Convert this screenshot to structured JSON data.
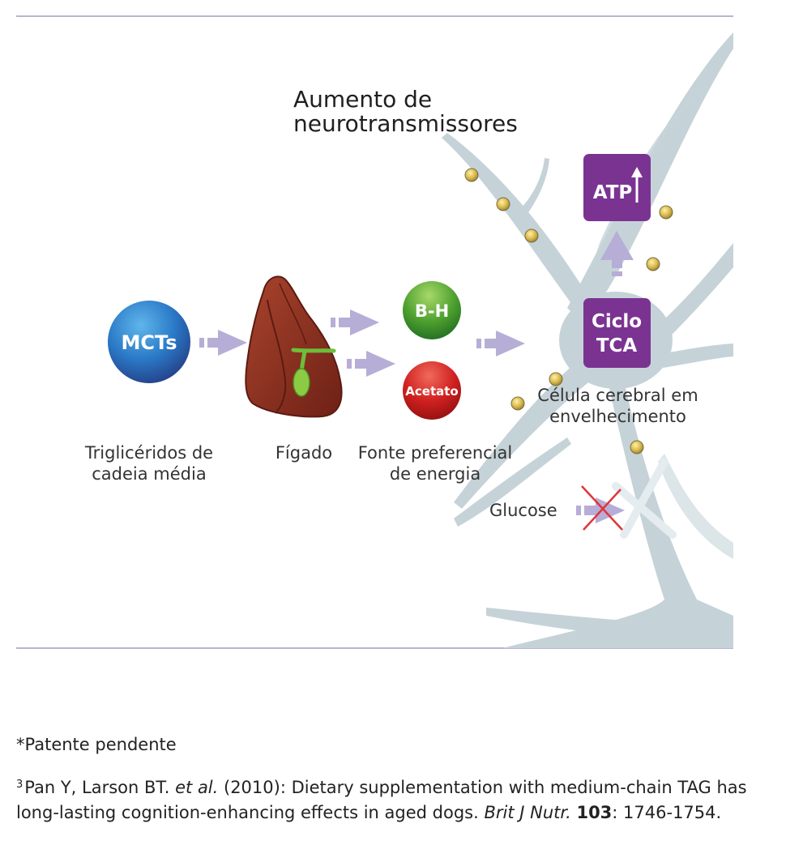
{
  "diagram": {
    "title_line1": "Aumento de",
    "title_line2": "neurotransmissores",
    "mcts_label": "MCTs",
    "bh_label": "B-H",
    "acetato_label": "Acetato",
    "atp_label": "ATP",
    "ciclo_line1": "Ciclo",
    "ciclo_line2": "TCA",
    "captions": {
      "mcts_line1": "Triglicéridos de",
      "mcts_line2": "cadeia média",
      "liver": "Fígado",
      "source_line1": "Fonte preferencial",
      "source_line2": "de energia",
      "cell_line1": "Célula cerebral em",
      "cell_line2": "envelhecimento",
      "glucose": "Glucose"
    },
    "colors": {
      "mcts": "#1e63b4",
      "bh": "#3e9b2e",
      "acetato": "#cf1f1f",
      "purple_box": "#7b3392",
      "arrow": "#b6aed6",
      "neuron": "#c5d3d8",
      "rule": "#b9b5d2",
      "cross": "#e0353b"
    }
  },
  "footnotes": {
    "star": "*Patente pendente",
    "ref_number": "3",
    "ref_part1": "Pan Y, Larson BT. ",
    "ref_etal": "et al.",
    "ref_part2": " (2010): Dietary supplementation with medium-chain TAG has long-lasting cognition-enhancing effects in aged dogs. ",
    "ref_journal": "Brit J Nutr.",
    "ref_space": " ",
    "ref_volume": "103",
    "ref_pages": ": 1746-1754."
  }
}
